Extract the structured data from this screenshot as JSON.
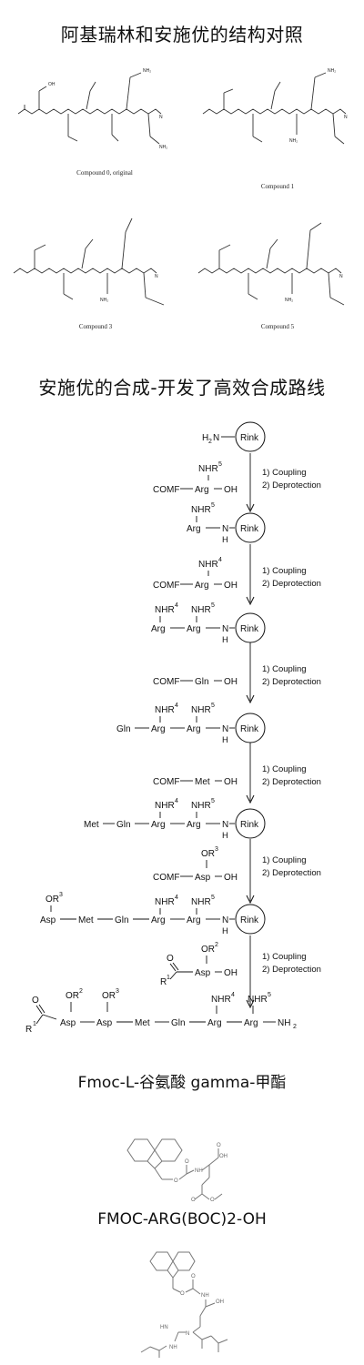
{
  "title_main": "阿基瑞林和安施优的结构对照",
  "compounds": [
    {
      "label": "Compound 0, original"
    },
    {
      "label": "Compound 1"
    },
    {
      "label": "Compound 3"
    },
    {
      "label": "Compound 5"
    }
  ],
  "title_synthesis": "安施优的合成-开发了高效合成路线",
  "synthesis": {
    "resin": "Rink",
    "start_amine": "H",
    "start_sub": "2",
    "start_n": "N",
    "steps": [
      "1) Coupling",
      "2) Deprotection"
    ],
    "reagents": [
      "COMF",
      "Arg",
      "OH",
      "Gln",
      "Met",
      "Asp"
    ],
    "residues": [
      "Arg",
      "Gln",
      "Met",
      "Asp"
    ],
    "protecting": [
      "NHR",
      "OR"
    ],
    "superscripts": [
      "5",
      "4",
      "3",
      "2",
      "1"
    ],
    "r_group": "R",
    "final_terminus": "NH",
    "final_sub": "2"
  },
  "title_fmoc_glu": "Fmoc-L-谷氨酸 gamma-甲酯",
  "title_fmoc_arg": "FMOC-ARG(BOC)2-OH",
  "mol_text": {
    "nh": "NH",
    "n": "N",
    "h": "H",
    "o": "O",
    "oh": "OH",
    "nh2": "NH₂",
    "hn": "HN"
  }
}
